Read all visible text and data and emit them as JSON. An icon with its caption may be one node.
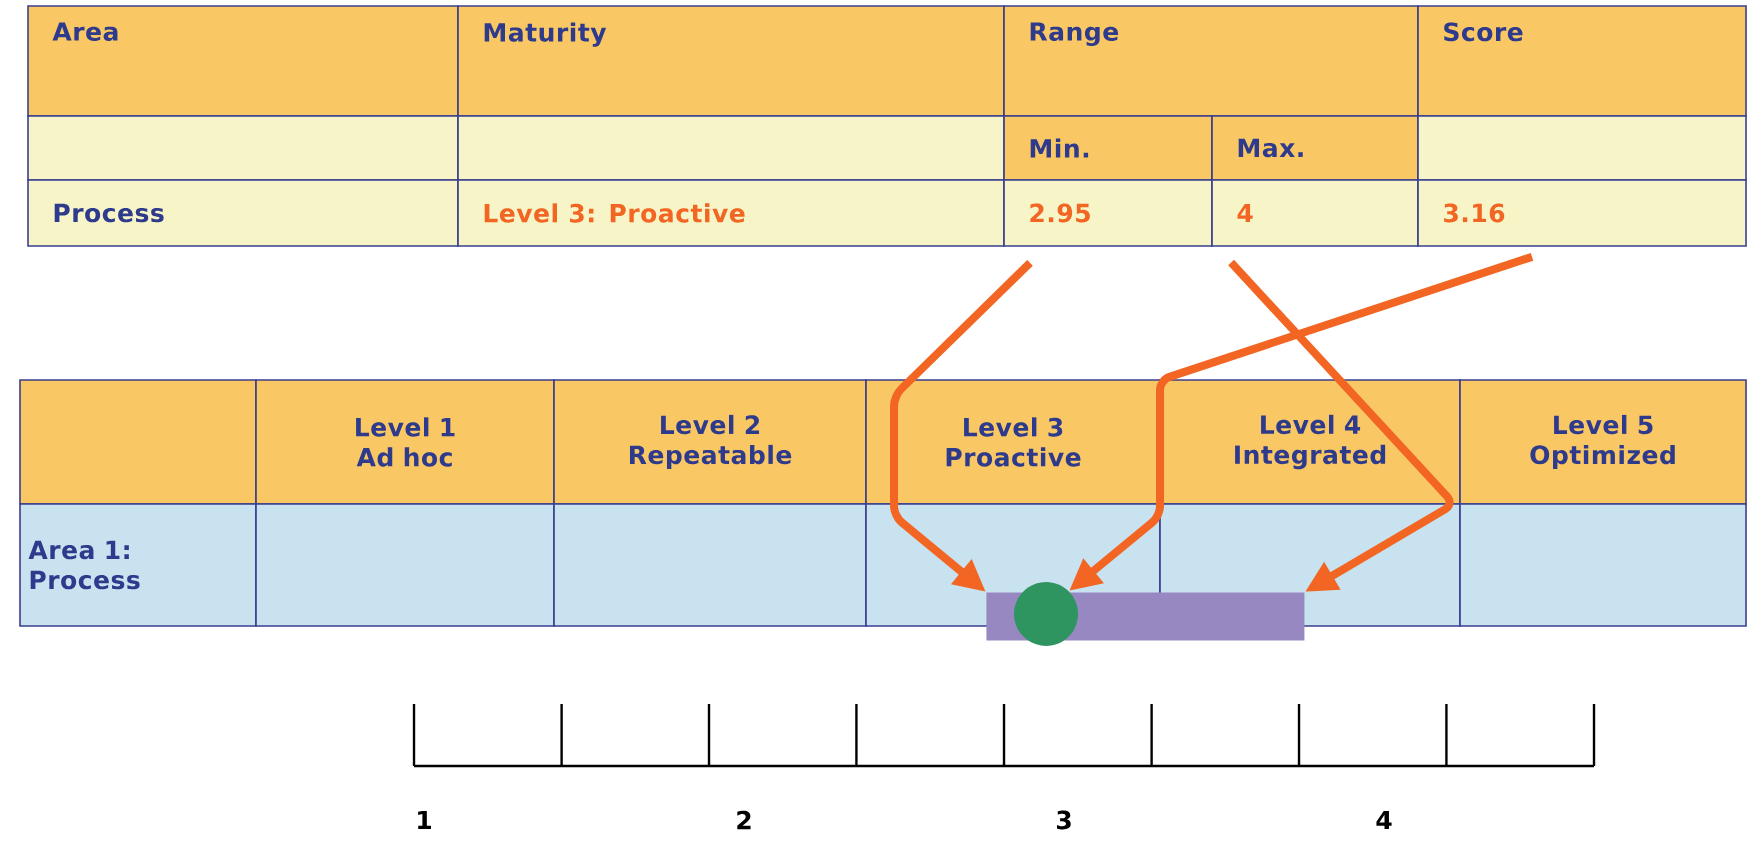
{
  "diagram": {
    "nodes": [
      {
        "text": [
          "2.95"
        ]
      },
      {
        "text": [
          "4"
        ]
      },
      {
        "text": [
          "3.16"
        ]
      },
      {
        "text": [],
        "shape": "bar"
      },
      {
        "text": [],
        "shape": "circle"
      }
    ],
    "edges": [
      {
        "from": 0,
        "to": 3,
        "arrow": "to"
      },
      {
        "from": 1,
        "to": 3,
        "arrow": "to"
      },
      {
        "from": 2,
        "to": 4,
        "arrow": "to"
      }
    ],
    "labels": [
      "Area",
      "Maturity",
      "Range",
      "Score",
      "Min.",
      "Max.",
      "Process",
      "Level 3: Proactive",
      "Level 1 Ad hoc",
      "Level 2 Repeatable",
      "Level 3 Proactive",
      "Level 4 Integrated",
      "Level 5 Optimized",
      "Area 1: Process",
      "1",
      "2",
      "3",
      "4"
    ]
  }
}
